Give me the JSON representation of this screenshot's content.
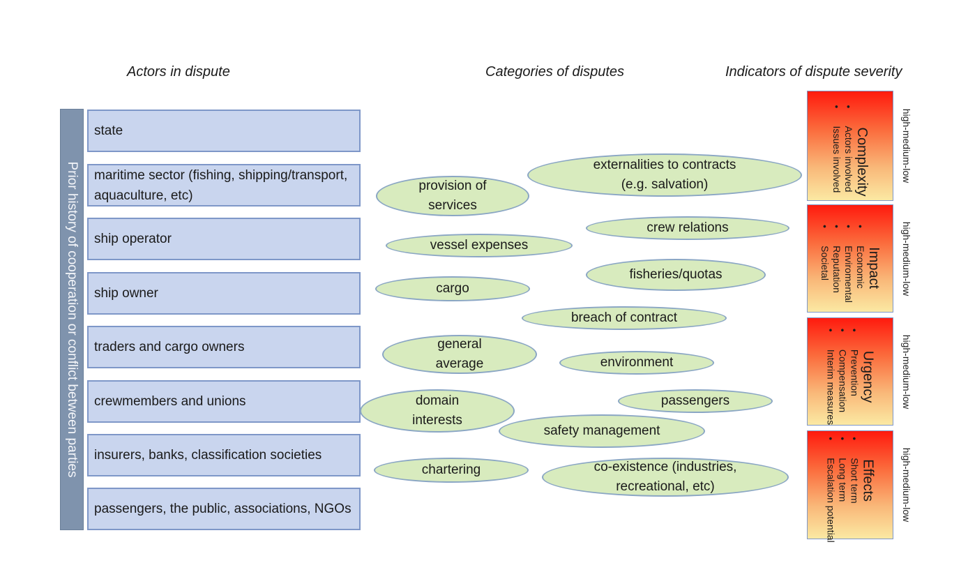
{
  "headings": {
    "actors": "Actors in dispute",
    "categories": "Categories of disputes",
    "indicators": "Indicators of dispute severity"
  },
  "sidebar_label": "Prior history of cooperation or conflict between parties",
  "actors": [
    "state",
    "maritime sector (fishing, shipping/transport, aquaculture, etc)",
    "ship operator",
    "ship owner",
    "traders and cargo owners",
    "crewmembers and unions",
    "insurers, banks, classification societies",
    "passengers, the public, associations, NGOs"
  ],
  "categories": [
    "externalities to contracts (e.g. salvation)",
    "provision of services",
    "crew relations",
    "vessel expenses",
    "fisheries/quotas",
    "cargo",
    "breach of contract",
    "general average",
    "environment",
    "passengers",
    "domain interests",
    "safety management",
    "chartering",
    "co-existence (industries, recreational, etc)"
  ],
  "indicators": [
    {
      "title": "Complexity",
      "items": [
        "Actors involved",
        "Issues involved"
      ],
      "scale": "high-medium-low"
    },
    {
      "title": "Impact",
      "items": [
        "Economic",
        "Enviromental",
        "Reputation",
        "Societal"
      ],
      "scale": "high-medium-low"
    },
    {
      "title": "Urgency",
      "items": [
        "Prevention",
        "Compensation",
        "Interim measures"
      ],
      "scale": "high-medium-low"
    },
    {
      "title": "Effects",
      "items": [
        "Short term",
        "Long term",
        "Escalation potential"
      ],
      "scale": "high-medium-low"
    }
  ],
  "colors": {
    "actor_fill": "#c9d5ee",
    "actor_border": "#7e97c8",
    "sidebar_fill": "#7f93ad",
    "category_fill": "#d8ebbe",
    "severity_high": "#ff1a0e",
    "severity_low": "#fbe9a3"
  }
}
